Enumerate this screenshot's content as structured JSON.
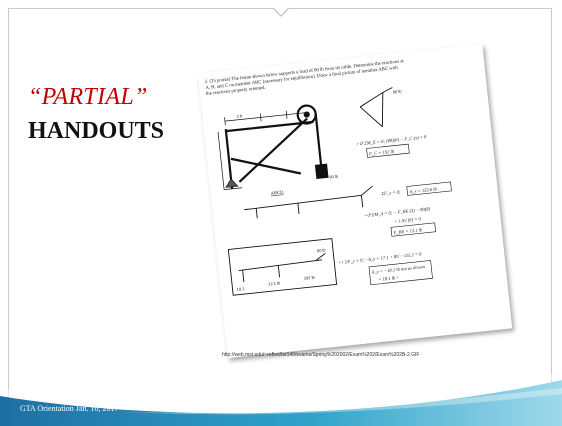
{
  "slide": {
    "title_line1": "“PARTIAL”",
    "title_line2": "HANDOUTS",
    "source_url": "http://web.mst.edu/~reflori/be140/exams/Spring%202002/Exam%202/Exam%202B-2.GIF",
    "footer": "GTA Orientation Jan. 10, 2017",
    "accent_color": "#c00000",
    "wave_color": "#2fa3c9"
  },
  "handout": {
    "problem_line1": "2. (25 points) The frame shown below supports a load of 80 lb from its cable. Determine the reactions at",
    "problem_line2": "A, B, and C on member ABC (necessary for equilibrium). Draw a final picture of member ABC with",
    "problem_line3": "the reactions properly oriented.",
    "label_80lb": "80 lb",
    "label_dims": "3 ft",
    "label_abcd": "ABCD",
    "eq1": "+↺ ΣM_E = 0;  (80)(6) − F_C (x) = 0",
    "eq1_result": "F_C = 192 lb",
    "eq2": "ΣF_x = 0;",
    "eq2_result": "A_x = 153.6 lb",
    "eq3": "+↺ ΣM_A = 0;  − F_BE (3) − 80(8)",
    "eq3b": "+ 1.92 (6) = 0",
    "eq3_result": "F_BE = 12.1 lb",
    "eq4": "+↑ ΣF_y = 0;  −A_y + 17.1 + 80 − 115.2 = 0",
    "eq4_result": "A_y = −18.1 lb  not as drawn",
    "eq4_result2": "= 18.1 lb ↑",
    "bottom_labels": [
      "18.1",
      "12.1 lb",
      "192 lb",
      "80 lb"
    ]
  }
}
